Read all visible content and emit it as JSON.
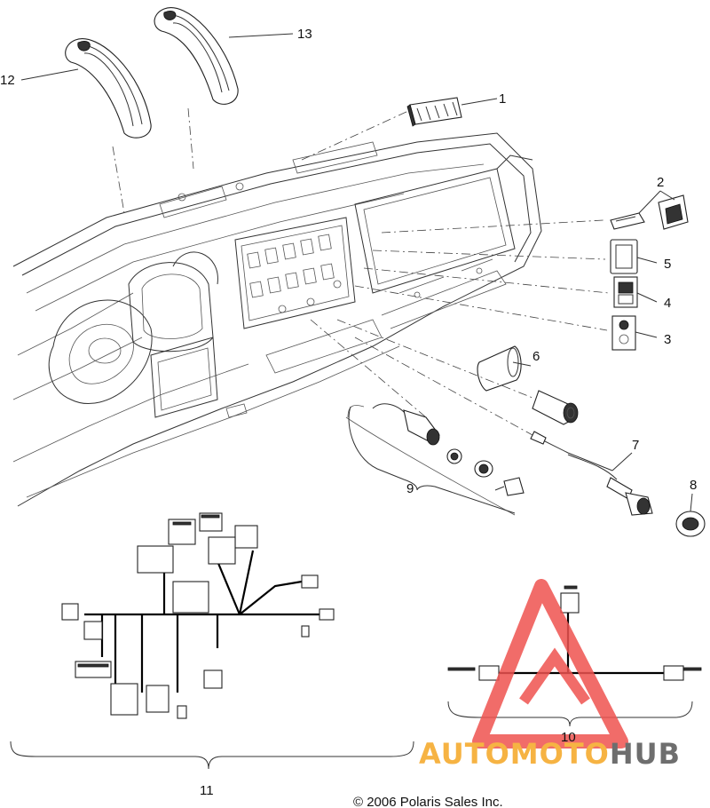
{
  "callouts": {
    "c1": "1",
    "c2": "2",
    "c3": "3",
    "c4": "4",
    "c5": "5",
    "c6": "6",
    "c7": "7",
    "c8": "8",
    "c9": "9",
    "c10": "10",
    "c11": "11",
    "c12": "12",
    "c13": "13"
  },
  "copyright": "© 2006 Polaris Sales Inc.",
  "watermark": {
    "part1": "AUTOMOTO",
    "part2": "HUB",
    "color1": "#f5a623",
    "color2": "#555555",
    "triangle_color": "#ef5350"
  },
  "colors": {
    "line": "#333333",
    "background": "#ffffff"
  }
}
